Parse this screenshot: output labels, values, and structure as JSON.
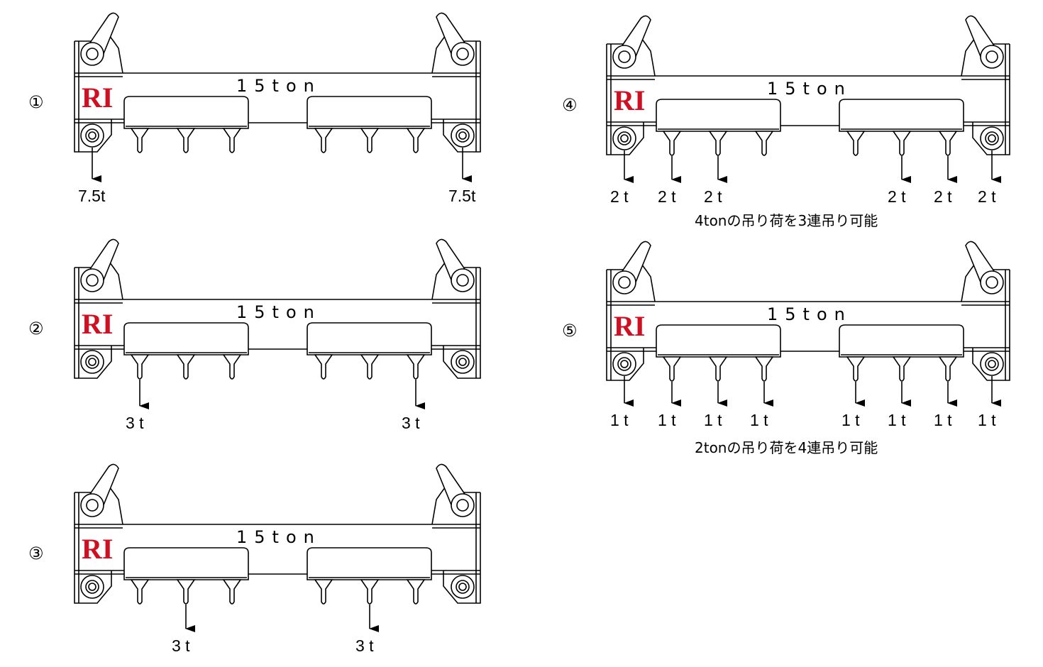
{
  "logo": {
    "text": "RI",
    "color": "#d01022"
  },
  "diagrams": [
    {
      "id": "d1",
      "number": "①",
      "capacity": "15ton",
      "loads": [
        {
          "label": "7.5t",
          "point": "eye-left"
        },
        {
          "label": "7.5t",
          "point": "eye-right"
        }
      ],
      "caption": ""
    },
    {
      "id": "d2",
      "number": "②",
      "capacity": "15ton",
      "loads": [
        {
          "label": "3 t",
          "point": "p1"
        },
        {
          "label": "3 t",
          "point": "p6"
        }
      ],
      "caption": ""
    },
    {
      "id": "d3",
      "number": "③",
      "capacity": "15ton",
      "loads": [
        {
          "label": "3 t",
          "point": "p2"
        },
        {
          "label": "3 t",
          "point": "p5"
        }
      ],
      "caption": ""
    },
    {
      "id": "d4",
      "number": "④",
      "capacity": "15ton",
      "loads": [
        {
          "label": "2 t",
          "point": "eye-left"
        },
        {
          "label": "2 t",
          "point": "p1"
        },
        {
          "label": "2 t",
          "point": "p2"
        },
        {
          "label": "2 t",
          "point": "p5"
        },
        {
          "label": "2 t",
          "point": "p6"
        },
        {
          "label": "2 t",
          "point": "eye-right"
        }
      ],
      "caption": "4tonの吊り荷を3連吊り可能"
    },
    {
      "id": "d5",
      "number": "⑤",
      "capacity": "15ton",
      "loads": [
        {
          "label": "1 t",
          "point": "eye-left"
        },
        {
          "label": "1 t",
          "point": "p1"
        },
        {
          "label": "1 t",
          "point": "p2"
        },
        {
          "label": "1 t",
          "point": "p3"
        },
        {
          "label": "1 t",
          "point": "p4"
        },
        {
          "label": "1 t",
          "point": "p5"
        },
        {
          "label": "1 t",
          "point": "p6"
        },
        {
          "label": "1 t",
          "point": "eye-right"
        }
      ],
      "caption": "2tonの吊り荷を4連吊り可能"
    }
  ]
}
